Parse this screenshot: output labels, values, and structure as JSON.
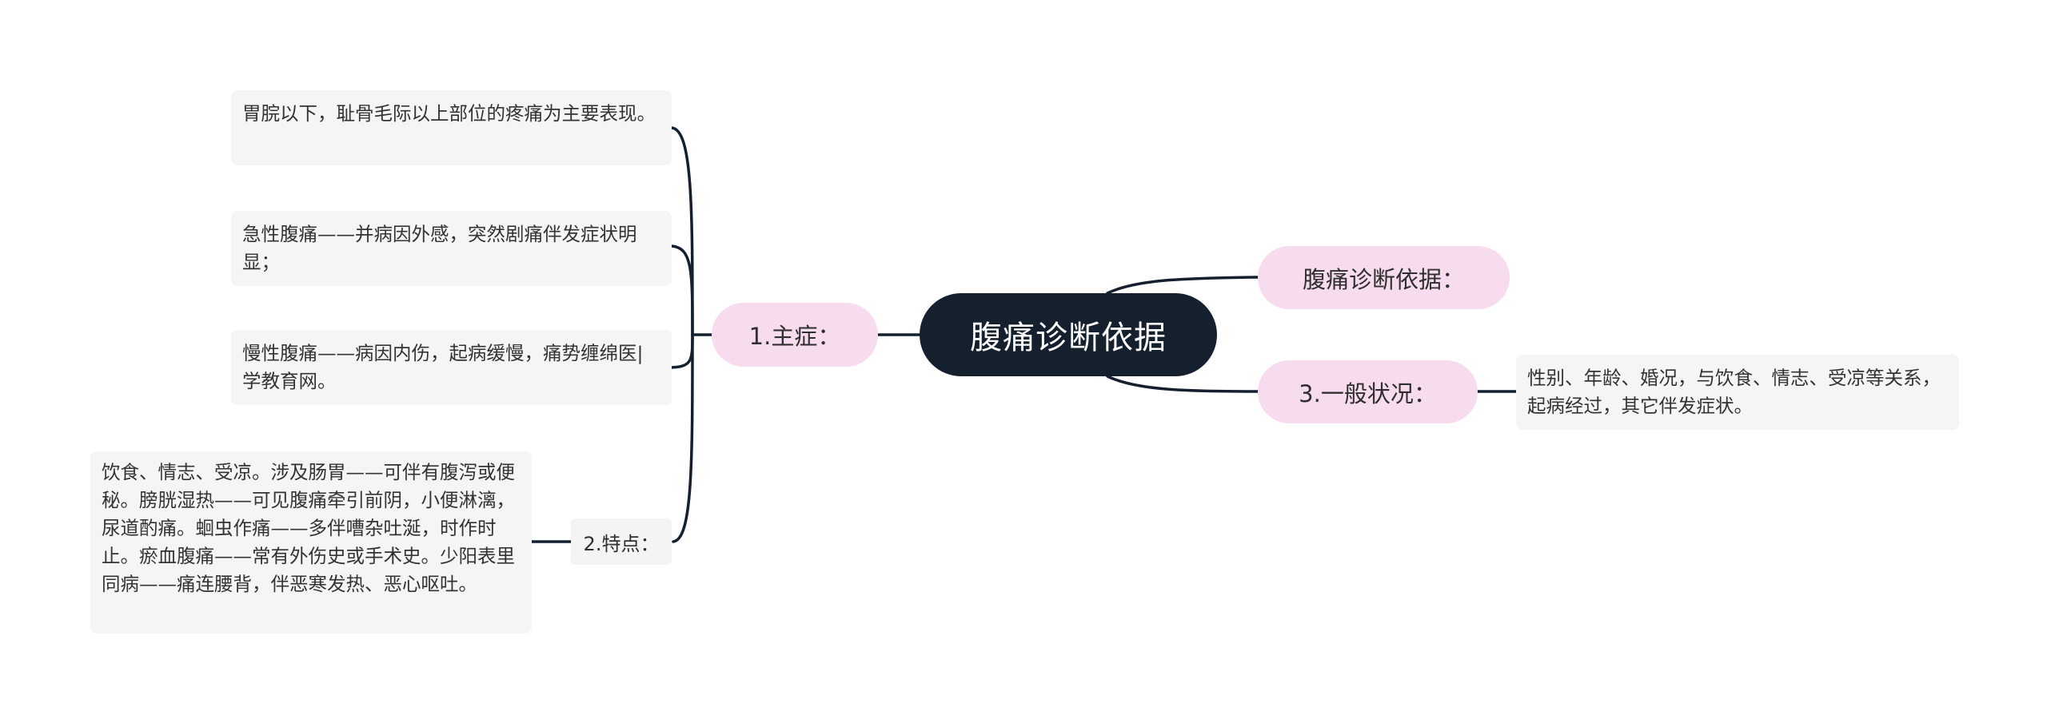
{
  "colors": {
    "center_fill": "#14202e",
    "branch_fill": "#f7dcef",
    "leaf_fill": "#f5f5f5",
    "line": "#14202e"
  },
  "center": {
    "label": "腹痛诊断依据"
  },
  "branches": {
    "main_symptom": {
      "label": "1.主症：",
      "leaves": [
        "胃脘以下，耻骨毛际以上部位的疼痛为主要表现。",
        "急性腹痛——并病因外感，突然剧痛伴发症状明显；",
        "慢性腹痛——病因内伤，起病缓慢，痛势缠绵医|学教育网。"
      ]
    },
    "features": {
      "label": "2.特点：",
      "leaf": "饮食、情志、受凉。涉及肠胃——可伴有腹泻或便秘。膀胱湿热——可见腹痛牵引前阴，小便淋漓，尿道酌痛。蛔虫作痛——多伴嘈杂吐涎，时作时止。瘀血腹痛——常有外伤史或手术史。少阳表里同病——痛连腰背，伴恶寒发热、恶心呕吐。"
    },
    "basis": {
      "label": "腹痛诊断依据："
    },
    "general": {
      "label": "3.一般状况：",
      "leaf": "性别、年龄、婚况，与饮食、情志、受凉等关系，起病经过，其它伴发症状。"
    }
  }
}
